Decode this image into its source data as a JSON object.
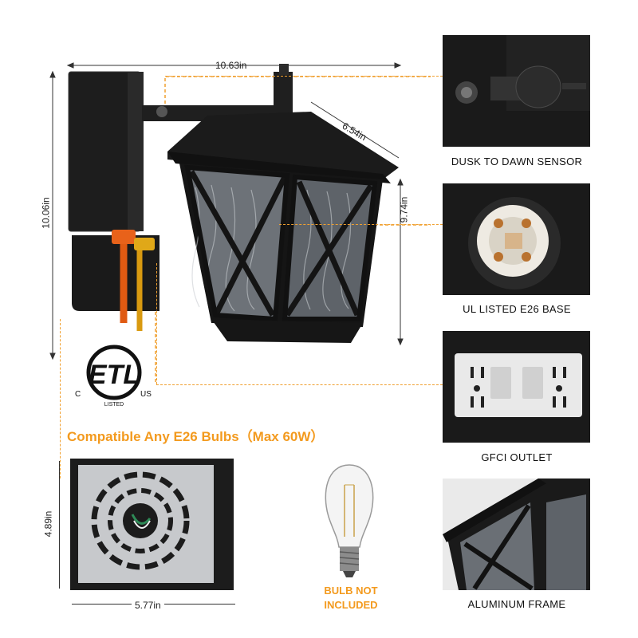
{
  "dimensions": {
    "width": "10.63in",
    "height": "10.06in",
    "lantern_width": "6.54in",
    "lantern_height": "9.74in",
    "box_height": "4.89in",
    "box_width": "5.77in"
  },
  "features": [
    {
      "label": "DUSK TO DAWN SENSOR"
    },
    {
      "label": "UL LISTED E26 BASE"
    },
    {
      "label": "GFCI OUTLET"
    },
    {
      "label": "ALUMINUM FRAME"
    }
  ],
  "certification": {
    "mark": "ETL",
    "left": "C",
    "right": "US",
    "bottom": "LISTED"
  },
  "compatibility_text": "Compatible Any E26 Bulbs（Max 60W）",
  "bulb_note": {
    "line1": "BULB NOT",
    "line2": "INCLUDED"
  },
  "colors": {
    "accent": "#f39a1e",
    "fixture": "#1c1c1c",
    "dashed_line": "#f0a030"
  }
}
